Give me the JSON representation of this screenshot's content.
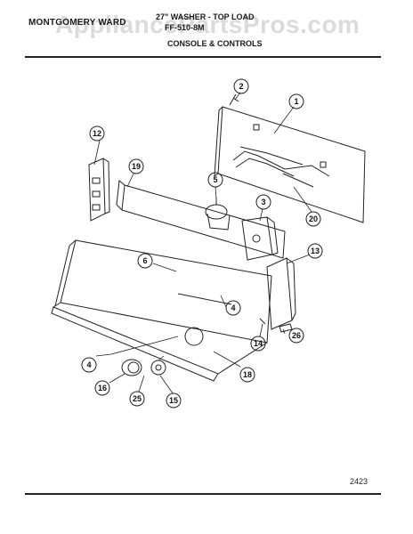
{
  "header": {
    "brand": "MONTGOMERY WARD",
    "title": "27\" WASHER - TOP LOAD",
    "model": "FF-510-8M",
    "section": "CONSOLE & CONTROLS"
  },
  "watermark": "AppliancePartsPros.com",
  "diagram_number": "2423",
  "callouts": [
    {
      "id": "c1",
      "label": "1"
    },
    {
      "id": "c2",
      "label": "2"
    },
    {
      "id": "c12",
      "label": "12"
    },
    {
      "id": "c19",
      "label": "19"
    },
    {
      "id": "c5",
      "label": "5"
    },
    {
      "id": "c3",
      "label": "3"
    },
    {
      "id": "c20",
      "label": "20"
    },
    {
      "id": "c13",
      "label": "13"
    },
    {
      "id": "c6",
      "label": "6"
    },
    {
      "id": "c4a",
      "label": "4"
    },
    {
      "id": "c14",
      "label": "14"
    },
    {
      "id": "c26",
      "label": "26"
    },
    {
      "id": "c4b",
      "label": "4"
    },
    {
      "id": "c18",
      "label": "18"
    },
    {
      "id": "c16",
      "label": "16"
    },
    {
      "id": "c25",
      "label": "25"
    },
    {
      "id": "c15",
      "label": "15"
    }
  ]
}
